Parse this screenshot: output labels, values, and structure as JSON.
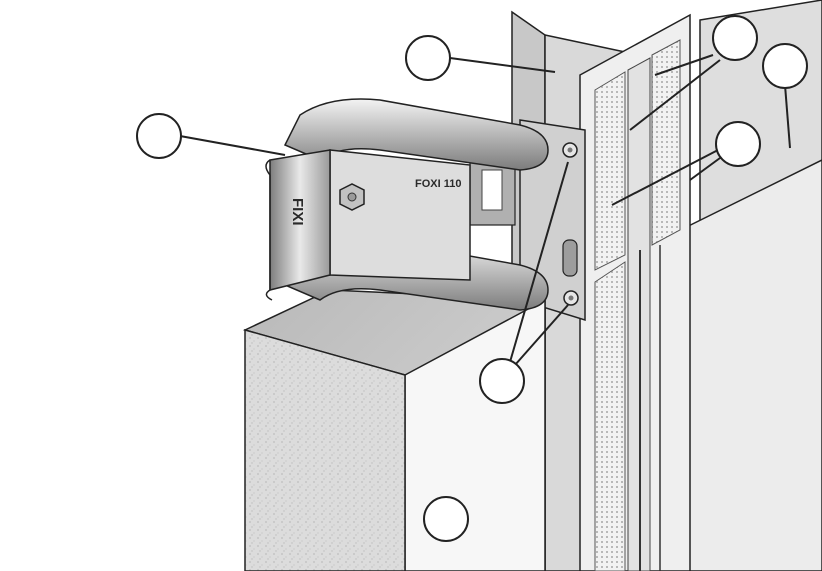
{
  "bracket": {
    "side_text": "FIXI",
    "top_text": "FOXI 110"
  },
  "callouts": [
    {
      "id": "c1",
      "label": ""
    },
    {
      "id": "c2",
      "label": ""
    },
    {
      "id": "c3",
      "label": ""
    },
    {
      "id": "c4",
      "label": ""
    },
    {
      "id": "c5",
      "label": ""
    },
    {
      "id": "c6",
      "label": ""
    },
    {
      "id": "c7",
      "label": ""
    }
  ],
  "colors": {
    "insulation": "#e2e2e2",
    "board": "#ebebeb",
    "metal": "#c9c9c9",
    "outline": "#222222"
  }
}
